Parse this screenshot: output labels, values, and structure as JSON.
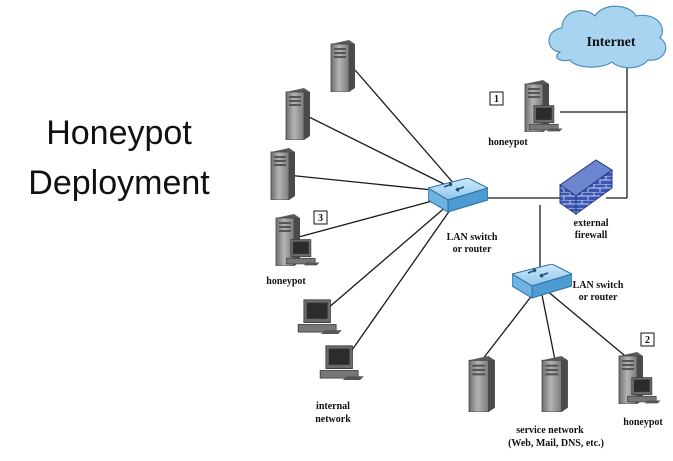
{
  "title": {
    "line1": "Honeypot",
    "line2": "Deployment"
  },
  "diagram": {
    "internet_label": "Internet",
    "honeypot_label": "honeypot",
    "honeypot_numbers": [
      "1",
      "2",
      "3"
    ],
    "lan_switch_label_1": "LAN switch",
    "lan_switch_label_2": "or router",
    "firewall_label_1": "external",
    "firewall_label_2": "firewall",
    "internal_network_label_1": "internal",
    "internal_network_label_2": "network",
    "service_network_label_1": "service network",
    "service_network_label_2": "(Web, Mail, DNS, etc.)"
  },
  "colors": {
    "cloud_fill": "#a9d4f0",
    "switch_fill": "#9fcfef",
    "firewall_brick": "#3b56b4",
    "server_gray": "#8c8c8c"
  }
}
